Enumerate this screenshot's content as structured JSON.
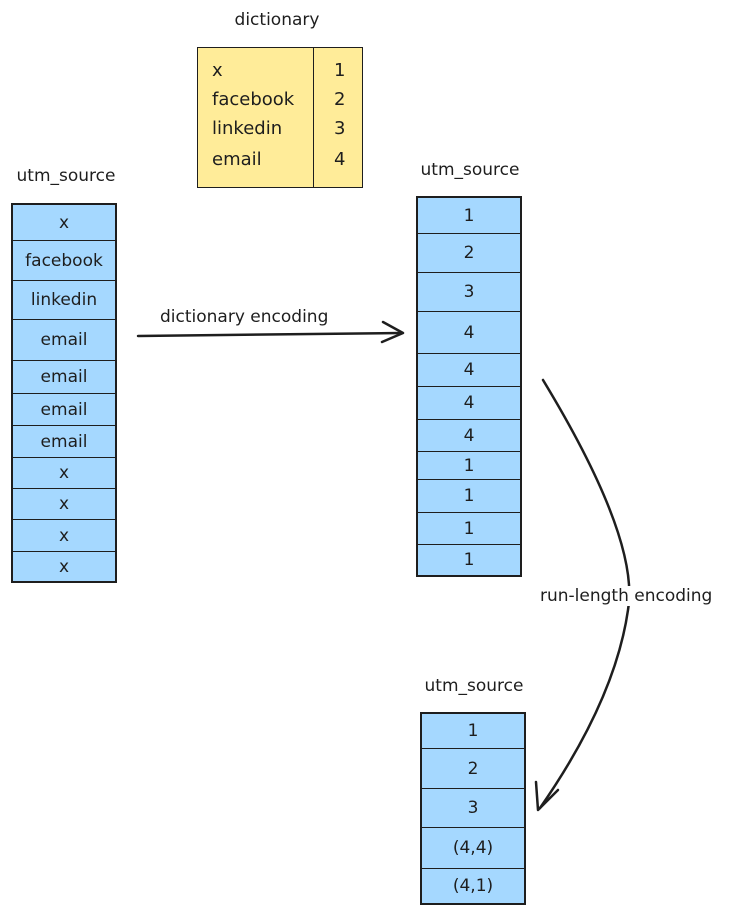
{
  "dictionary": {
    "title": "dictionary",
    "entries": [
      {
        "key": "x",
        "value": "1"
      },
      {
        "key": "facebook",
        "value": "2"
      },
      {
        "key": "linkedin",
        "value": "3"
      },
      {
        "key": "email",
        "value": "4"
      }
    ]
  },
  "original": {
    "title": "utm_source",
    "cells": [
      "x",
      "facebook",
      "linkedin",
      "email",
      "email",
      "email",
      "email",
      "x",
      "x",
      "x",
      "x"
    ]
  },
  "encoded": {
    "title": "utm_source",
    "cells": [
      "1",
      "2",
      "3",
      "4",
      "4",
      "4",
      "4",
      "1",
      "1",
      "1",
      "1"
    ]
  },
  "rle": {
    "title": "utm_source",
    "cells": [
      "1",
      "2",
      "3",
      "(4,4)",
      "(4,1)"
    ]
  },
  "arrows": {
    "dictionary_label": "dictionary encoding",
    "rle_label": "run-length encoding"
  },
  "colors": {
    "cell_fill": "#a5d8ff",
    "dict_fill": "#ffec99",
    "stroke": "#1e1e1e"
  }
}
